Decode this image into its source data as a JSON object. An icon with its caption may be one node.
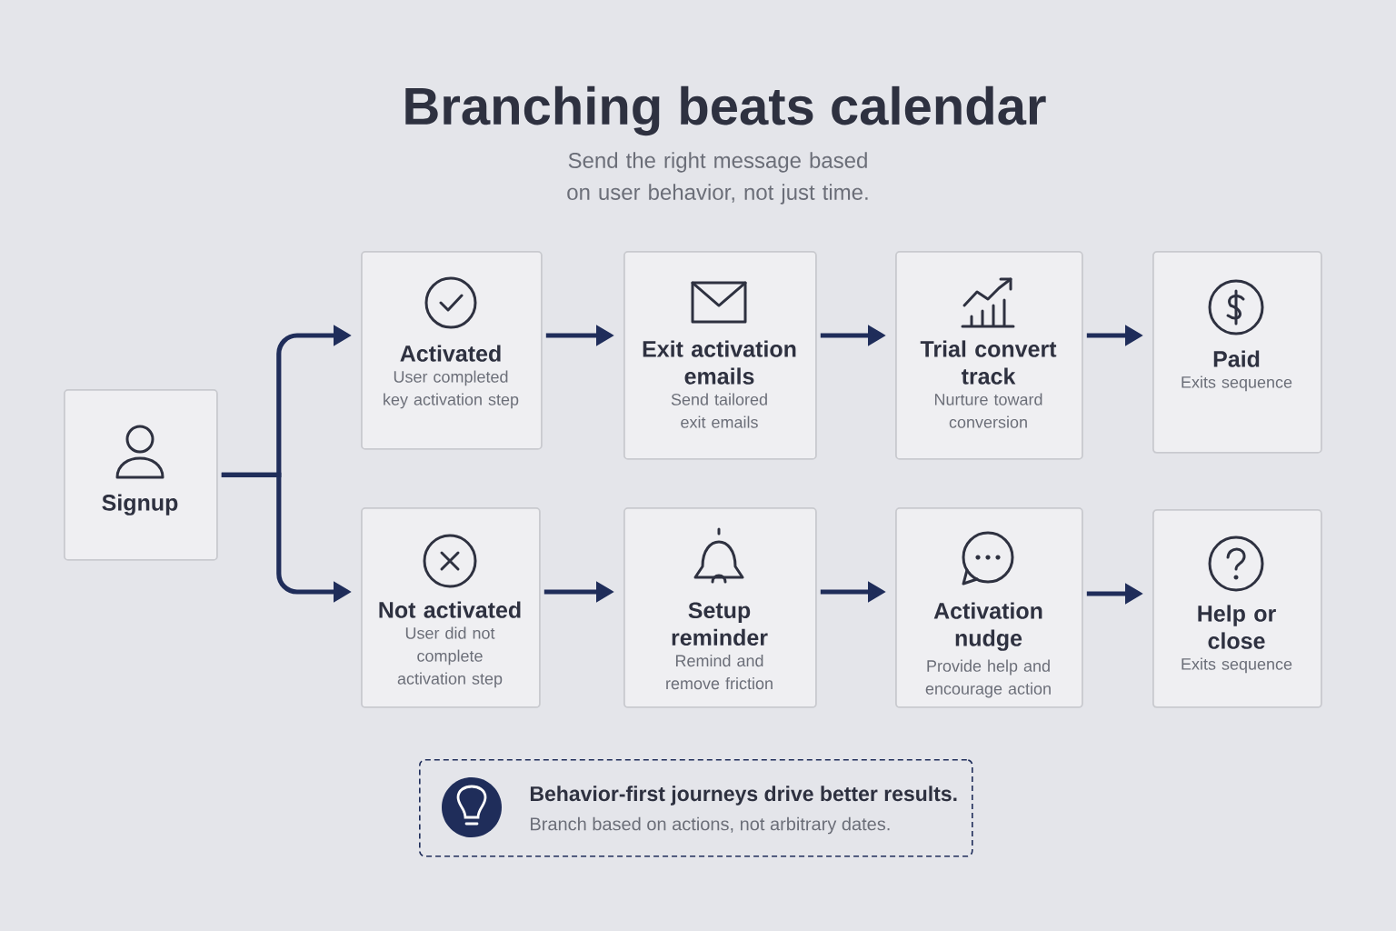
{
  "diagram": {
    "title": "Branching beats calendar",
    "nodes": [
      {
        "text": [
          "Signup"
        ]
      },
      {
        "text": [
          "Activated",
          "User completed key activation step"
        ]
      },
      {
        "text": [
          "Exit activation emails",
          "Send tailored exit emails"
        ]
      },
      {
        "text": [
          "Trial convert track",
          "Nurture toward conversion"
        ]
      },
      {
        "text": [
          "Paid",
          "Exits sequence"
        ]
      },
      {
        "text": [
          "Not activated",
          "User did not complete activation step"
        ]
      },
      {
        "text": [
          "Setup reminder",
          "Remind and remove friction"
        ]
      },
      {
        "text": [
          "Activation nudge",
          "Provide help and encourage action"
        ]
      },
      {
        "text": [
          "Help or close",
          "Exits sequence"
        ]
      },
      {
        "text": [
          "Behavior-first journeys drive better results.",
          "Branch based on actions, not arbitrary dates."
        ]
      }
    ],
    "edges": [
      {
        "from": 0,
        "to": 1,
        "arrow": "to"
      },
      {
        "from": 0,
        "to": 5,
        "arrow": "to"
      },
      {
        "from": 1,
        "to": 2,
        "arrow": "to"
      },
      {
        "from": 2,
        "to": 3,
        "arrow": "to"
      },
      {
        "from": 3,
        "to": 4,
        "arrow": "to"
      },
      {
        "from": 5,
        "to": 6,
        "arrow": "to"
      },
      {
        "from": 6,
        "to": 7,
        "arrow": "to"
      },
      {
        "from": 7,
        "to": 8,
        "arrow": "to"
      }
    ],
    "labels": [
      "Send the right message based on user behavior, not just time."
    ]
  }
}
